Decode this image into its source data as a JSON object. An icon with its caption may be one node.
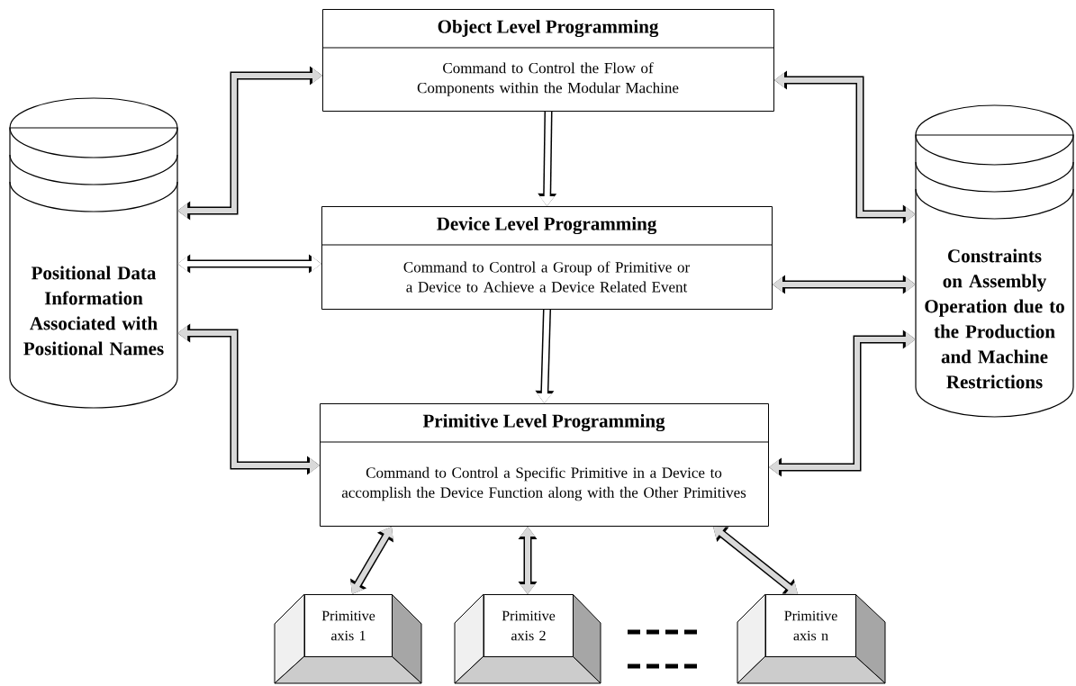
{
  "diagram": {
    "nodes": [
      {
        "text": [
          "Object Level Programming",
          "Command to Control the Flow of Components within the Modular Machine"
        ]
      },
      {
        "text": [
          "Positional Data Information Associated with Positional Names"
        ]
      },
      {
        "text": [
          "Device Level Programming",
          "Command to Control a Group of Primitive or a Device to Achieve a Device Related Event"
        ]
      },
      {
        "text": [
          "Constraints on Assembly Operation due to the Production and Machine Restrictions"
        ]
      },
      {
        "text": [
          "Primitive Level Programming",
          "Command to Control a Specific Primitive in a Device to accomplish the Device Function along with the Other Primitives"
        ]
      },
      {
        "text": [
          "Primitive axis 1"
        ]
      },
      {
        "text": [
          "Primitive axis 2"
        ]
      },
      {
        "text": [
          "Primitive axis n"
        ]
      }
    ],
    "edges": [
      {
        "from": 1,
        "to": 0,
        "arrow": "both"
      },
      {
        "from": 0,
        "to": 3,
        "arrow": "both"
      },
      {
        "from": 0,
        "to": 2,
        "arrow": "to",
        "color": "#ffffff"
      },
      {
        "from": 1,
        "to": 2,
        "arrow": "both",
        "color": "#ffffff"
      },
      {
        "from": 2,
        "to": 3,
        "arrow": "both"
      },
      {
        "from": 2,
        "to": 4,
        "arrow": "to",
        "color": "#ffffff"
      },
      {
        "from": 1,
        "to": 4,
        "arrow": "both"
      },
      {
        "from": 4,
        "to": 3,
        "arrow": "both"
      },
      {
        "from": 4,
        "to": 5,
        "arrow": "both"
      },
      {
        "from": 4,
        "to": 6,
        "arrow": "both"
      },
      {
        "from": 4,
        "to": 7,
        "arrow": "both"
      }
    ]
  }
}
